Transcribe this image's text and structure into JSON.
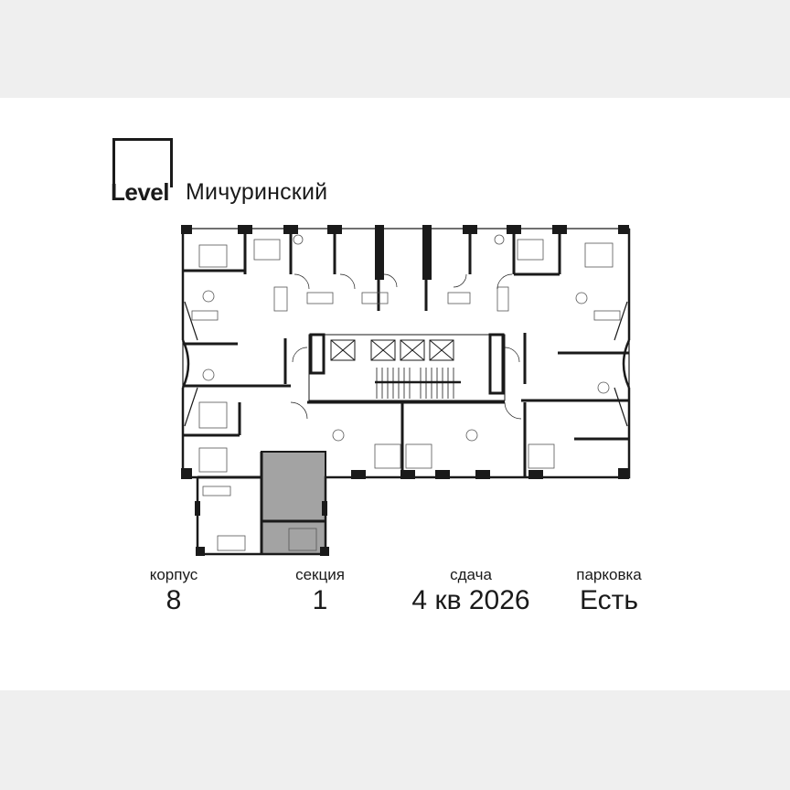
{
  "brand": {
    "logo_word": "Level",
    "project_name": "Мичуринский"
  },
  "floor_plan": {
    "highlighted_unit_color": "#a3a3a3",
    "wall_color": "#1a1a1a",
    "icons": [
      "lift-icon",
      "stairs-icon",
      "bed-icon",
      "bathtub-icon",
      "toilet-icon",
      "dining-table-icon",
      "sofa-icon",
      "kitchen-counter-icon",
      "door-swing-icon"
    ]
  },
  "stats": [
    {
      "label": "корпус",
      "value": "8"
    },
    {
      "label": "секция",
      "value": "1"
    },
    {
      "label": "сдача",
      "value": "4 кв 2026"
    },
    {
      "label": "парковка",
      "value": "Есть"
    }
  ],
  "colors": {
    "background": "#ffffff",
    "band": "#efefef",
    "text": "#1a1a1a"
  }
}
